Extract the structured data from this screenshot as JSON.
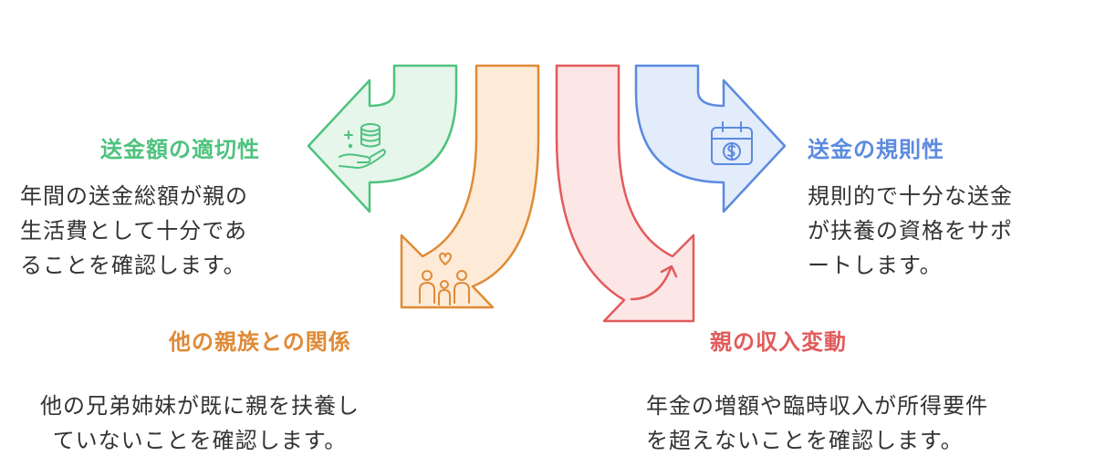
{
  "colors": {
    "green": "#4ec27e",
    "green_fill": "#e6f6eb",
    "orange": "#e08a36",
    "orange_fill": "#fdebd8",
    "red": "#e25b5b",
    "red_fill": "#fde6e6",
    "blue": "#5b8ae0",
    "blue_fill": "#e3ecfb",
    "text": "#333333"
  },
  "items": {
    "adequacy": {
      "title": "送金額の適切性",
      "lines": [
        "年間の送金総額が親の",
        "生活費として十分であ",
        "ることを確認します。"
      ],
      "icon": "coins-hand-icon"
    },
    "relatives": {
      "title": "他の親族との関係",
      "lines": [
        "他の兄弟姉妹が既に親を扶養し",
        "ていないことを確認します。"
      ],
      "icon": "family-icon"
    },
    "income": {
      "title": "親の収入変動",
      "lines": [
        "年金の増額や臨時収入が所得要件",
        "を超えないことを確認します。"
      ],
      "icon": "trend-up-icon"
    },
    "regularity": {
      "title": "送金の規則性",
      "lines": [
        "規則的で十分な送金",
        "が扶養の資格をサポ",
        "ートします。"
      ],
      "icon": "calendar-dollar-icon"
    }
  }
}
